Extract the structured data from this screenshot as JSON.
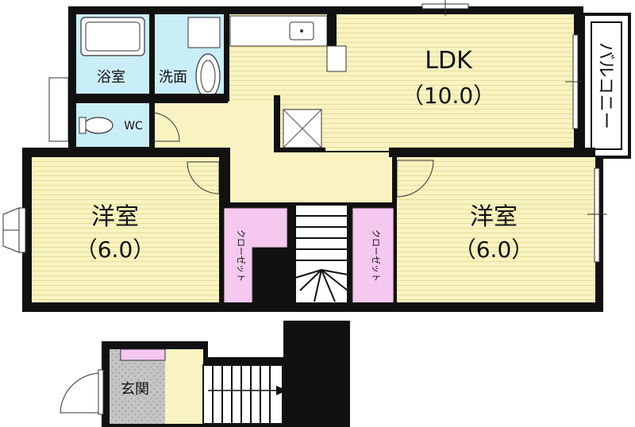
{
  "colors": {
    "wall": "#111111",
    "ldk": "#f8f3c0",
    "western": "#f8f3c0",
    "hall": "#f8f3c0",
    "wet_area": "#c9eef8",
    "closet": "#f5c8ef",
    "entrance_tile": "#bdbdbd",
    "balcony": "#ffffff"
  },
  "rooms": {
    "ldk": {
      "name": "LDK",
      "size": "（10.0）"
    },
    "western_left": {
      "name": "洋室",
      "size": "（6.0）"
    },
    "western_right": {
      "name": "洋室",
      "size": "（6.0）"
    },
    "bathroom": {
      "name": "浴室"
    },
    "washroom": {
      "name": "洗面"
    },
    "toilet": {
      "name": "WC"
    },
    "closet_left": {
      "name": "クローゼット"
    },
    "closet_right": {
      "name": "クローゼット"
    },
    "balcony": {
      "name": "バルコニー"
    },
    "entrance": {
      "name": "玄関"
    }
  }
}
